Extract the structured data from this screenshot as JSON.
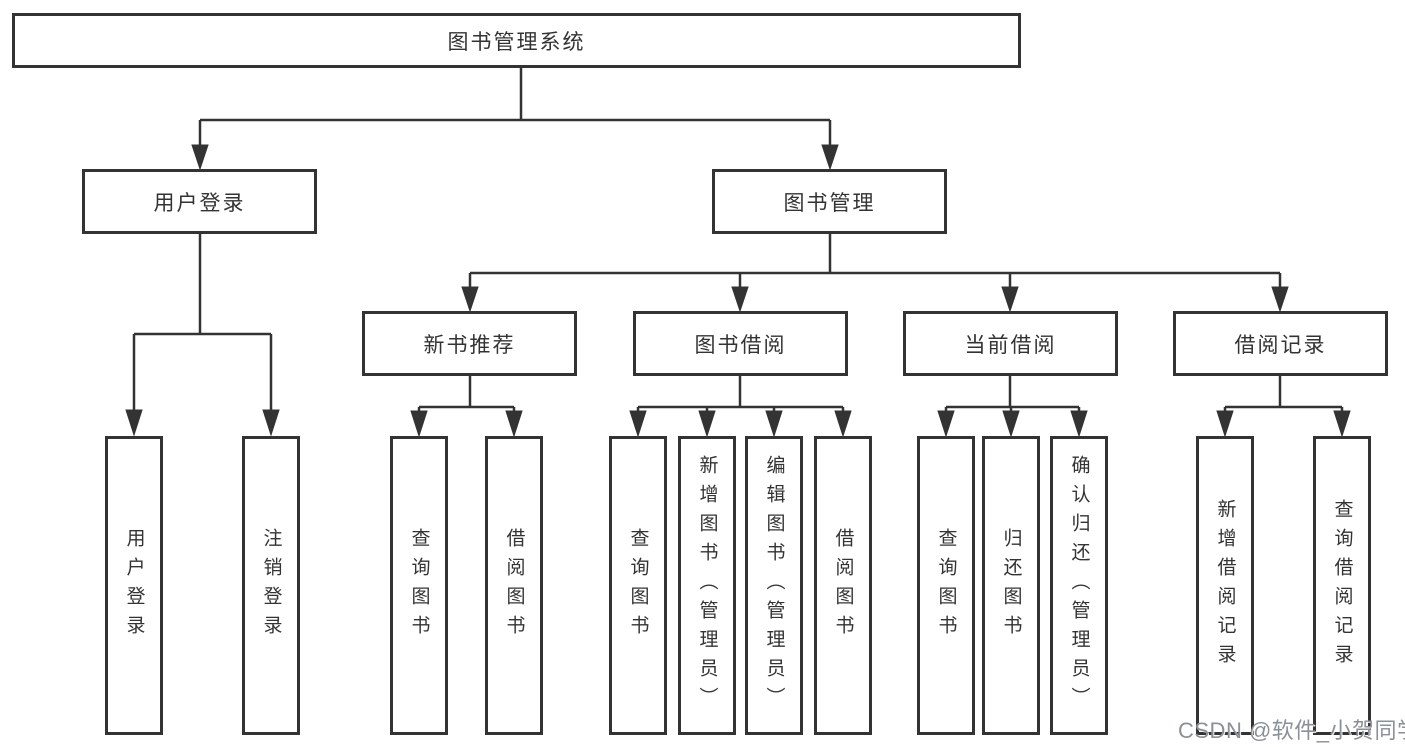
{
  "colors": {
    "line": "#333333",
    "node_border": "#333333",
    "node_text": "#333333",
    "node_background": "#ffffff",
    "page_background": "#ffffff",
    "watermark_text": "#8b9097"
  },
  "watermark": {
    "text": "CSDN @软件_小贺同学"
  },
  "diagram": {
    "type": "hierarchy-tree",
    "root": {
      "label": "图书管理系统"
    },
    "branches": [
      {
        "label": "用户登录",
        "children": [
          {
            "label": "用户登录"
          },
          {
            "label": "注销登录"
          }
        ]
      },
      {
        "label": "图书管理",
        "children": [
          {
            "label": "新书推荐",
            "children": [
              {
                "label": "查询图书"
              },
              {
                "label": "借阅图书"
              }
            ]
          },
          {
            "label": "图书借阅",
            "children": [
              {
                "label": "查询图书"
              },
              {
                "label": "新增图书（管理员）"
              },
              {
                "label": "编辑图书（管理员）"
              },
              {
                "label": "借阅图书"
              }
            ]
          },
          {
            "label": "当前借阅",
            "children": [
              {
                "label": "查询图书"
              },
              {
                "label": "归还图书"
              },
              {
                "label": "确认归还（管理员）"
              }
            ]
          },
          {
            "label": "借阅记录",
            "children": [
              {
                "label": "新增借阅记录"
              },
              {
                "label": "查询借阅记录"
              }
            ]
          }
        ]
      }
    ]
  }
}
